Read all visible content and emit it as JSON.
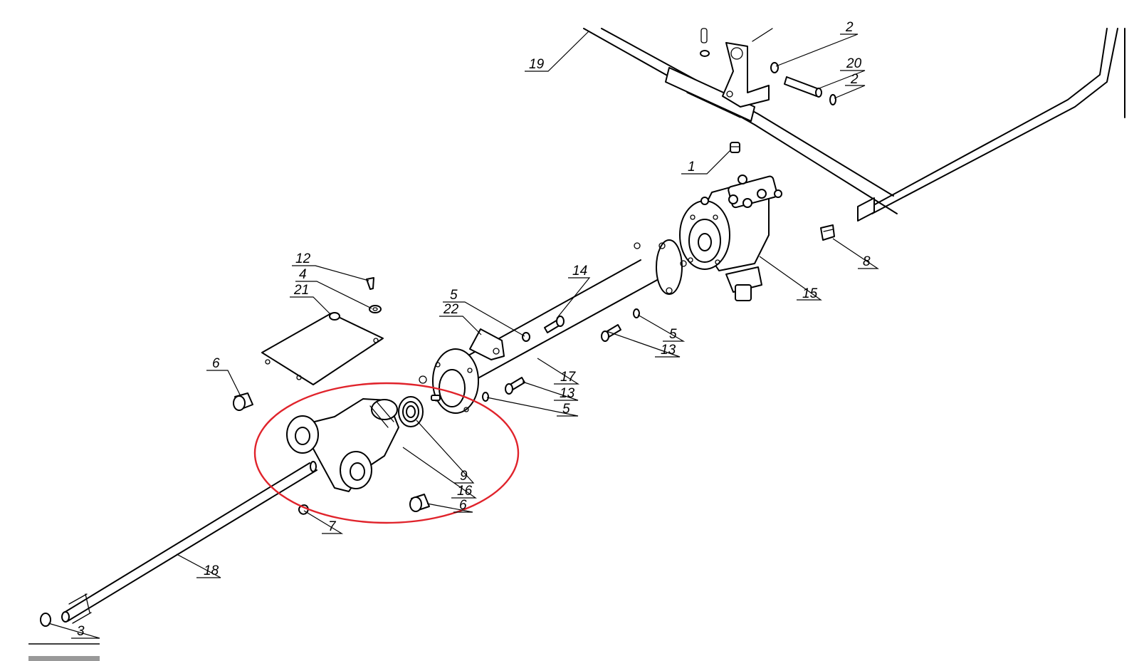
{
  "callouts": [
    {
      "id": "c1",
      "text": "1"
    },
    {
      "id": "c2a",
      "text": "2"
    },
    {
      "id": "c2b",
      "text": "2"
    },
    {
      "id": "c3",
      "text": "3"
    },
    {
      "id": "c4",
      "text": "4"
    },
    {
      "id": "c5a",
      "text": "5"
    },
    {
      "id": "c5b",
      "text": "5"
    },
    {
      "id": "c5c",
      "text": "5"
    },
    {
      "id": "c6a",
      "text": "6"
    },
    {
      "id": "c6b",
      "text": "6"
    },
    {
      "id": "c7",
      "text": "7"
    },
    {
      "id": "c8",
      "text": "8"
    },
    {
      "id": "c9",
      "text": "9"
    },
    {
      "id": "c12",
      "text": "12"
    },
    {
      "id": "c13a",
      "text": "13"
    },
    {
      "id": "c13b",
      "text": "13"
    },
    {
      "id": "c14",
      "text": "14"
    },
    {
      "id": "c15",
      "text": "15"
    },
    {
      "id": "c16",
      "text": "16"
    },
    {
      "id": "c17",
      "text": "17"
    },
    {
      "id": "c18",
      "text": "18"
    },
    {
      "id": "c19",
      "text": "19"
    },
    {
      "id": "c20",
      "text": "20"
    },
    {
      "id": "c21",
      "text": "21"
    },
    {
      "id": "c22",
      "text": "22"
    }
  ],
  "highlight": {
    "color": "#e0232b"
  }
}
